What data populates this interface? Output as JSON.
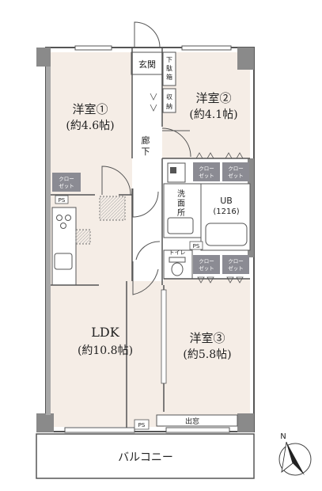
{
  "rooms": {
    "room1": {
      "name": "洋室①",
      "area": "(約4.6帖)"
    },
    "room2": {
      "name": "洋室②",
      "area": "(約4.1帖)"
    },
    "room3": {
      "name": "洋室③",
      "area": "(約5.8帖)"
    },
    "ldk": {
      "name": "LDK",
      "area": "(約10.8帖)"
    }
  },
  "labels": {
    "entrance": "玄関",
    "shoe_box": [
      "下",
      "駄",
      "箱"
    ],
    "storage": [
      "収",
      "納"
    ],
    "hallway": [
      "廊",
      "下"
    ],
    "washroom": [
      "洗",
      "面",
      "所"
    ],
    "unit_bath": "UB",
    "unit_bath_size": "(1216)",
    "toilet": "トイレ",
    "closet": [
      "クロー",
      "ゼット"
    ],
    "ps": "PS",
    "bay_window": "出窓",
    "balcony": "バルコニー",
    "north": "N"
  },
  "colors": {
    "floor": "#f5ede6",
    "closet_fill": "#8b8b93",
    "wall": "#8a8a8a",
    "line": "#333333"
  }
}
